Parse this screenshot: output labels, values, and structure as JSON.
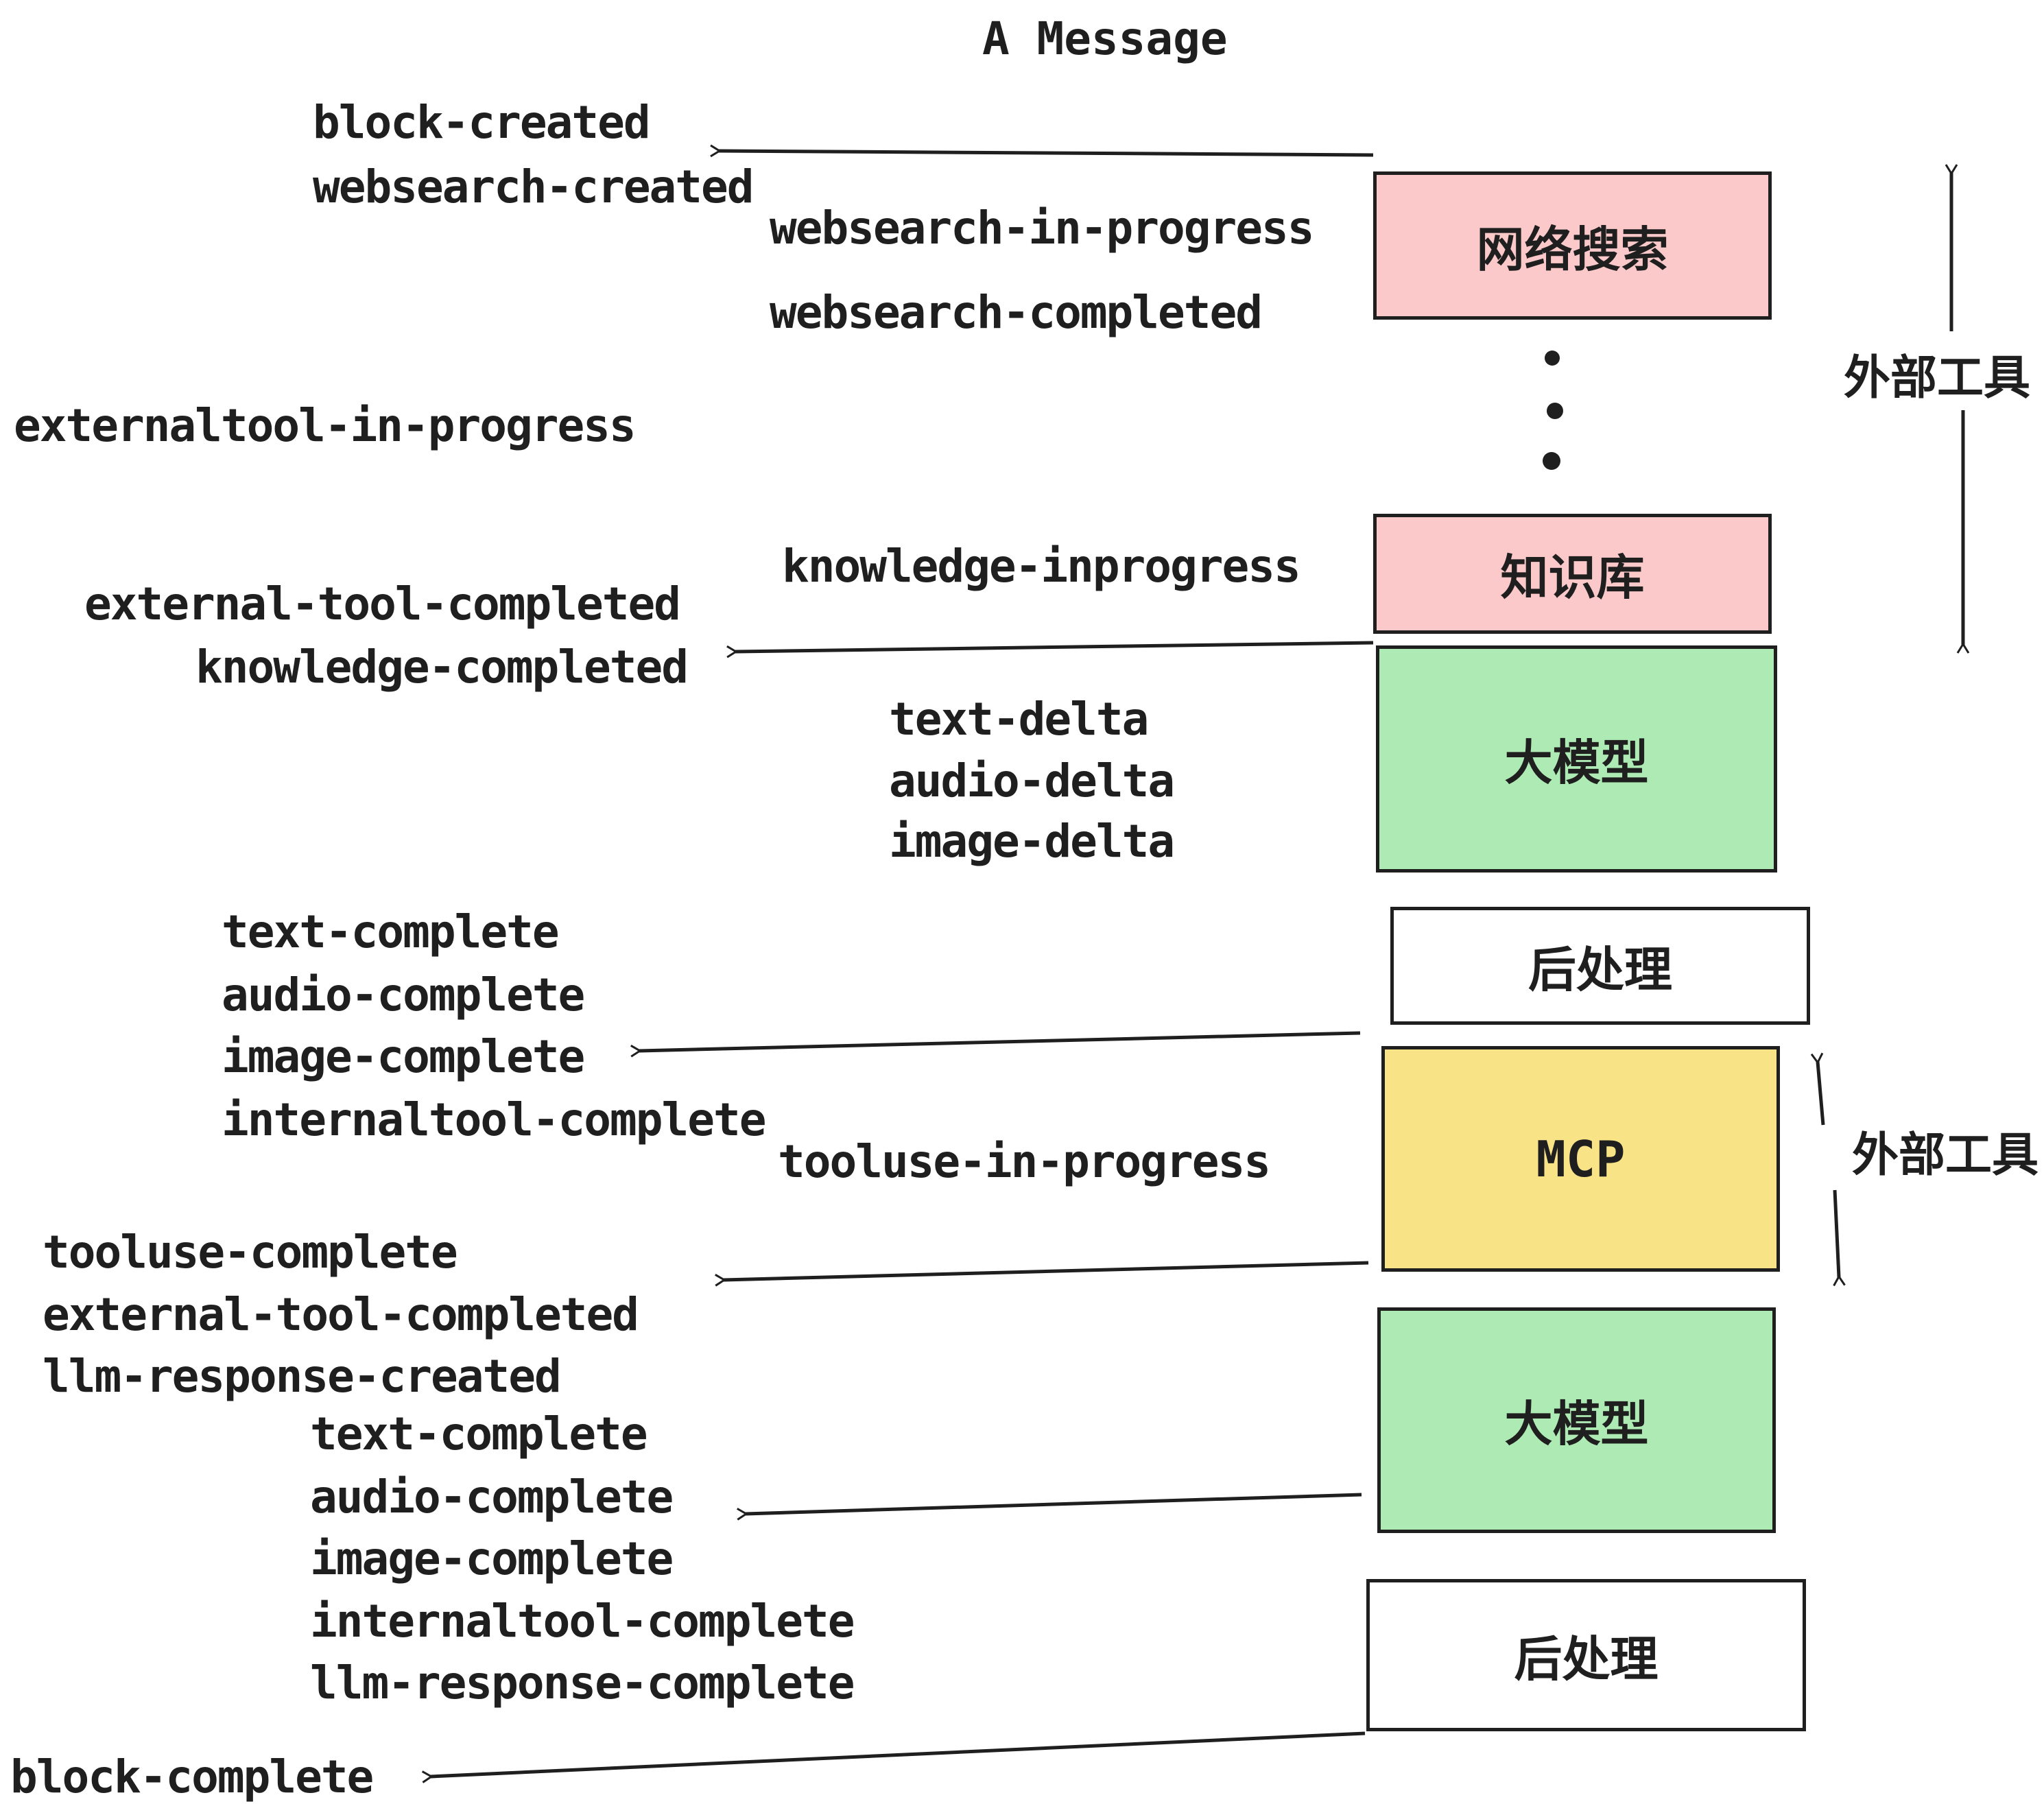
{
  "title": "A Message",
  "colors": {
    "pink": "#fbc9c9",
    "green": "#aeeab3",
    "yellow": "#f8e386",
    "white": "#ffffff",
    "ink": "#1f1f1f"
  },
  "events": [
    {
      "text": "block-created"
    },
    {
      "text": "websearch-created"
    },
    {
      "text": "websearch-in-progress"
    },
    {
      "text": "websearch-completed"
    },
    {
      "text": "externaltool-in-progress"
    },
    {
      "text": "knowledge-inprogress"
    },
    {
      "text": "external-tool-completed"
    },
    {
      "text": "knowledge-completed"
    },
    {
      "text": "text-delta"
    },
    {
      "text": "audio-delta"
    },
    {
      "text": "image-delta"
    },
    {
      "text": "text-complete"
    },
    {
      "text": "audio-complete"
    },
    {
      "text": "image-complete"
    },
    {
      "text": "internaltool-complete"
    },
    {
      "text": "tooluse-in-progress"
    },
    {
      "text": "tooluse-complete"
    },
    {
      "text": "external-tool-completed"
    },
    {
      "text": "llm-response-created"
    },
    {
      "text": "text-complete"
    },
    {
      "text": "audio-complete"
    },
    {
      "text": "image-complete"
    },
    {
      "text": "internaltool-complete"
    },
    {
      "text": "llm-response-complete"
    },
    {
      "text": "block-complete"
    }
  ],
  "boxes": [
    {
      "label": "网络搜索",
      "color": "#fbc9c9"
    },
    {
      "label": "知识库",
      "color": "#fbc9c9"
    },
    {
      "label": "大模型",
      "color": "#aeeab3"
    },
    {
      "label": "后处理",
      "color": "#ffffff"
    },
    {
      "label": "MCP",
      "color": "#f8e386"
    },
    {
      "label": "大模型",
      "color": "#aeeab3"
    },
    {
      "label": "后处理",
      "color": "#ffffff"
    }
  ],
  "side_labels": [
    {
      "text": "外部工具"
    },
    {
      "text": "外部工具"
    }
  ]
}
